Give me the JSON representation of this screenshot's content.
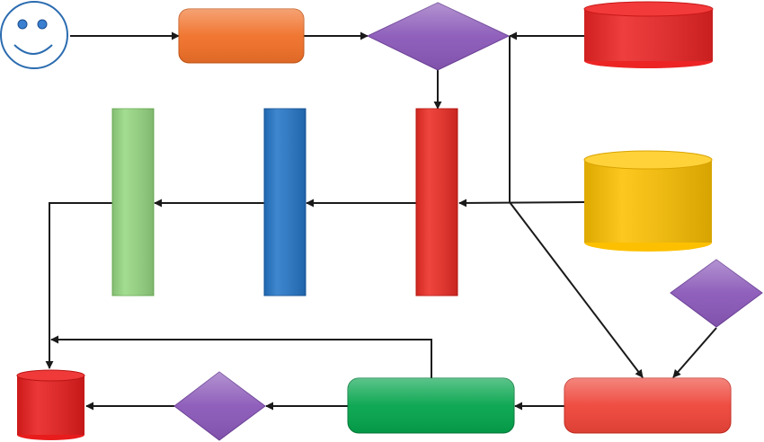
{
  "diagram": {
    "shapes": [
      {
        "id": "smiley",
        "kind": "smiley-face",
        "color": "#ffffff",
        "stroke": "#2b6cb0"
      },
      {
        "id": "orange-box",
        "kind": "rounded-rectangle",
        "color": "#f07028"
      },
      {
        "id": "top-diamond",
        "kind": "diamond",
        "color": "#8a58b8"
      },
      {
        "id": "top-red-cylinder",
        "kind": "cylinder",
        "color": "#ec2424"
      },
      {
        "id": "green-bar",
        "kind": "rectangle",
        "color": "#96d882"
      },
      {
        "id": "blue-bar",
        "kind": "rectangle",
        "color": "#2476c8"
      },
      {
        "id": "red-bar",
        "kind": "rectangle",
        "color": "#ec2c24"
      },
      {
        "id": "yellow-cylinder",
        "kind": "cylinder",
        "color": "#fcc000"
      },
      {
        "id": "right-diamond",
        "kind": "diamond",
        "color": "#8a58b8"
      },
      {
        "id": "bottom-red-box",
        "kind": "rounded-rectangle",
        "color": "#ee4438"
      },
      {
        "id": "bottom-green-box",
        "kind": "rounded-rectangle",
        "color": "#04a44c"
      },
      {
        "id": "bottom-diamond",
        "kind": "diamond",
        "color": "#8a58b8"
      },
      {
        "id": "bottom-red-cylinder",
        "kind": "cylinder",
        "color": "#e81c1c"
      }
    ],
    "connectors": [
      {
        "from": "smiley",
        "to": "orange-box",
        "arrow": true
      },
      {
        "from": "orange-box",
        "to": "top-diamond",
        "arrow": true
      },
      {
        "from": "top-red-cylinder",
        "to": "top-diamond",
        "arrow": true
      },
      {
        "from": "top-diamond",
        "to": "red-bar",
        "arrow": true
      },
      {
        "from": "yellow-cylinder",
        "to": "red-bar",
        "arrow": true
      },
      {
        "from": "red-bar",
        "to": "blue-bar",
        "arrow": true
      },
      {
        "from": "blue-bar",
        "to": "green-bar",
        "arrow": true
      },
      {
        "from": "green-bar",
        "to": "bottom-red-cylinder",
        "arrow": true
      },
      {
        "from": "top-diamond",
        "to": "bottom-red-box",
        "arrow": true
      },
      {
        "from": "right-diamond",
        "to": "bottom-red-box",
        "arrow": true
      },
      {
        "from": "bottom-red-box",
        "to": "bottom-green-box",
        "arrow": true
      },
      {
        "from": "bottom-green-box",
        "to": "bottom-diamond",
        "arrow": true
      },
      {
        "from": "bottom-diamond",
        "to": "bottom-red-cylinder",
        "arrow": true
      },
      {
        "from": "bottom-green-box",
        "to": "green-bar-vertical-line",
        "arrow": true
      }
    ],
    "line_color": "#1a1a1a"
  }
}
